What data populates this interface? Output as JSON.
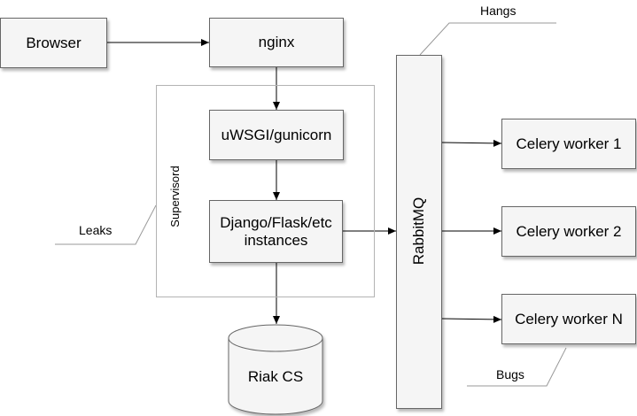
{
  "nodes": {
    "browser": "Browser",
    "nginx": "nginx",
    "uwsgi": "uWSGI/gunicorn",
    "django_line1": "Django/Flask/etc",
    "django_line2": "instances",
    "riak": "Riak CS",
    "rabbitmq": "RabbitMQ",
    "worker1": "Celery worker 1",
    "worker2": "Celery worker 2",
    "workerN": "Celery worker N"
  },
  "group": {
    "label": "Supervisord"
  },
  "annotations": {
    "hangs": "Hangs",
    "leaks": "Leaks",
    "bugs": "Bugs"
  },
  "colors": {
    "fill": "#f5f5f5",
    "stroke": "#666666",
    "group_stroke": "#b3b3b3",
    "annotation_stroke": "#999999"
  }
}
